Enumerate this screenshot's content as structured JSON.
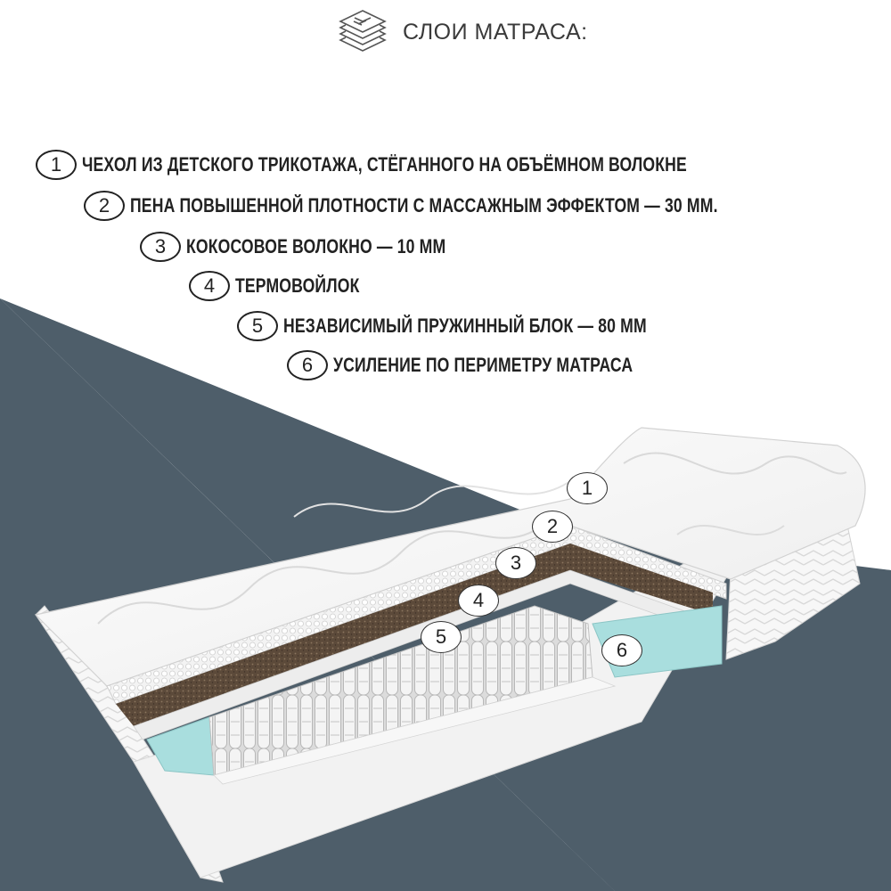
{
  "header": {
    "title": "СЛОИ МАТРАСА:",
    "icon": "layers-icon"
  },
  "layers": [
    {
      "num": "1",
      "text": "ЧЕХОЛ ИЗ ДЕТСКОГО ТРИКОТАЖА, СТЁГАННОГО НА ОБЪЁМНОМ ВОЛОКНЕ"
    },
    {
      "num": "2",
      "text": "ПЕНА ПОВЫШЕННОЙ ПЛОТНОСТИ С МАССАЖНЫМ ЭФФЕКТОМ — 30 ММ."
    },
    {
      "num": "3",
      "text": "КОКОСОВОЕ ВОЛОКНО — 10 ММ"
    },
    {
      "num": "4",
      "text": "ТЕРМОВОЙЛОК"
    },
    {
      "num": "5",
      "text": "НЕЗАВИСИМЫЙ ПРУЖИННЫЙ БЛОК — 80 ММ"
    },
    {
      "num": "6",
      "text": "УСИЛЕНИЕ ПО ПЕРИМЕТРУ МАТРАСА"
    }
  ],
  "markers": [
    "1",
    "2",
    "3",
    "4",
    "5",
    "6"
  ],
  "colors": {
    "background_slate": "#4e5e6a",
    "text": "#222222",
    "coconut": "#5c4a3a",
    "perimeter_foam": "#a9dede"
  }
}
